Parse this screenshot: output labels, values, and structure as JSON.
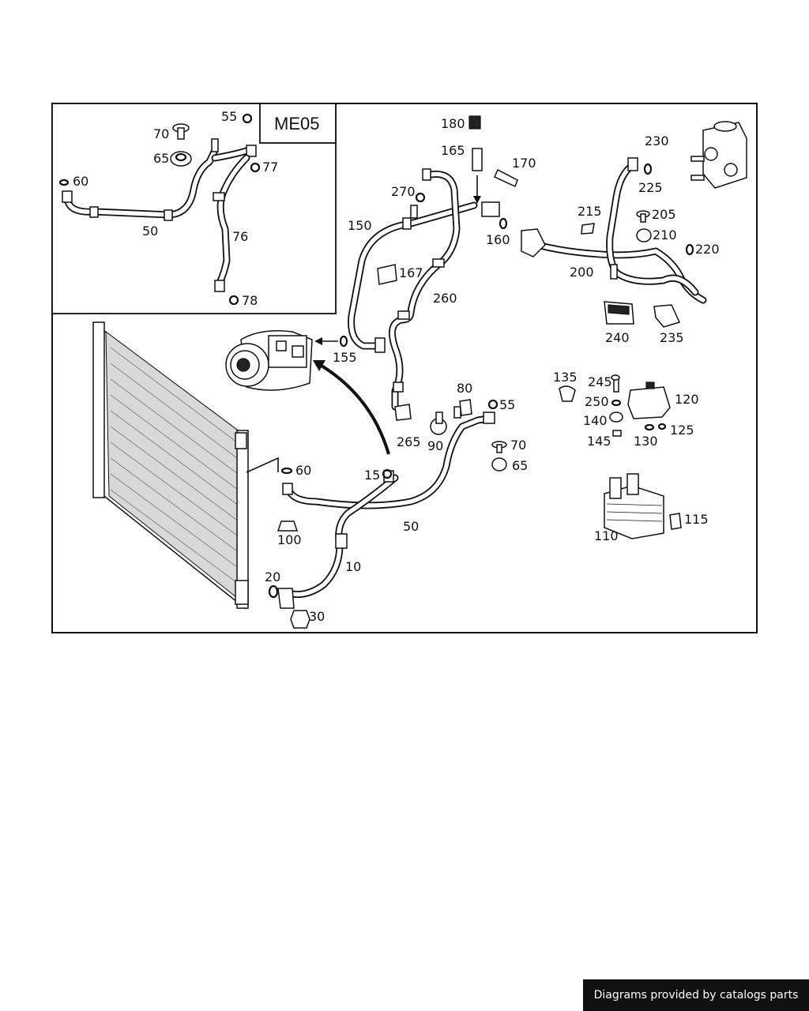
{
  "inset": {
    "title": "ME05"
  },
  "callouts": {
    "c180": "180",
    "c165": "165",
    "c170": "170",
    "c270": "270",
    "c150": "150",
    "c160": "160",
    "c167": "167",
    "c260": "260",
    "c155": "155",
    "c265": "265",
    "c80": "80",
    "c55": "55",
    "c90": "90",
    "c70": "70",
    "c65": "65",
    "c60": "60",
    "c15": "15",
    "c50": "50",
    "c100": "100",
    "c10": "10",
    "c20": "20",
    "c30": "30",
    "c230": "230",
    "c225": "225",
    "c215": "215",
    "c205": "205",
    "c210": "210",
    "c220": "220",
    "c200": "200",
    "c240": "240",
    "c235": "235",
    "c135": "135",
    "c245": "245",
    "c250": "250",
    "c120": "120",
    "c140": "140",
    "c125": "125",
    "c145": "145",
    "c130": "130",
    "c110": "110",
    "c115": "115"
  },
  "inset_callouts": {
    "i55": "55",
    "i70": "70",
    "i65": "65",
    "i77": "77",
    "i60": "60",
    "i50": "50",
    "i76": "76",
    "i78": "78"
  },
  "footer": {
    "credit": "Diagrams provided by catalogs parts"
  },
  "colors": {
    "line": "#111111",
    "background": "#ffffff",
    "credit_bg": "#111111",
    "credit_text": "#ffffff"
  }
}
